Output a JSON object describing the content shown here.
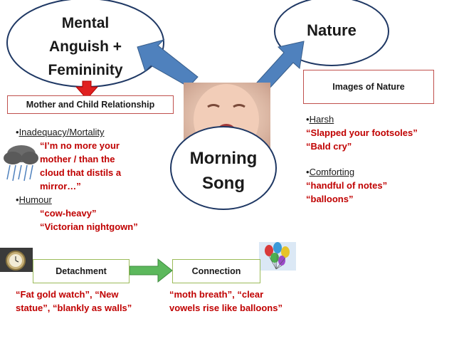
{
  "colors": {
    "ellipse_stroke": "#1f3864",
    "arrow_blue": "#4f81bd",
    "accent_red": "#c00000",
    "box_red": "#c0504d",
    "box_green": "#9bbb59",
    "arrow_green": "#5cb85c"
  },
  "ellipses": {
    "mental": {
      "lines": [
        "Mental",
        "Anguish +",
        "Femininity"
      ]
    },
    "nature": {
      "label": "Nature"
    },
    "morning": {
      "lines": [
        "Morning",
        "Song"
      ]
    }
  },
  "boxes": {
    "mother_child": "Mother and Child Relationship",
    "images_of_nature": "Images of Nature",
    "detachment": "Detachment",
    "connection": "Connection"
  },
  "left_text": {
    "item1_bullet": "•",
    "item1_label": "Inadequacy/Mortality",
    "item1_quote": [
      "“I’m no more your",
      "mother / than the",
      "cloud that distils a",
      "mirror…”"
    ],
    "item2_bullet": "•",
    "item2_label": "Humour",
    "item2_quotes": [
      "“cow-heavy”",
      "“Victorian nightgown”"
    ]
  },
  "right_text": {
    "item1_bullet": "•",
    "item1_label": "Harsh",
    "item1_quotes": [
      "“Slapped your footsoles”",
      "“Bald cry”"
    ],
    "item2_bullet": "•",
    "item2_label": "Comforting",
    "item2_quotes": [
      "“handful of notes”",
      "“balloons”"
    ]
  },
  "bottom_text": {
    "detachment_quote": [
      "“Fat gold watch”, “New",
      "statue”, “blankly as walls”"
    ],
    "connection_quote": [
      "“moth breath”, “clear",
      "vowels rise like balloons”"
    ]
  },
  "icons": [
    "crying-baby-photo",
    "rain-cloud-icon",
    "pocket-watch-icon",
    "balloons-icon"
  ]
}
